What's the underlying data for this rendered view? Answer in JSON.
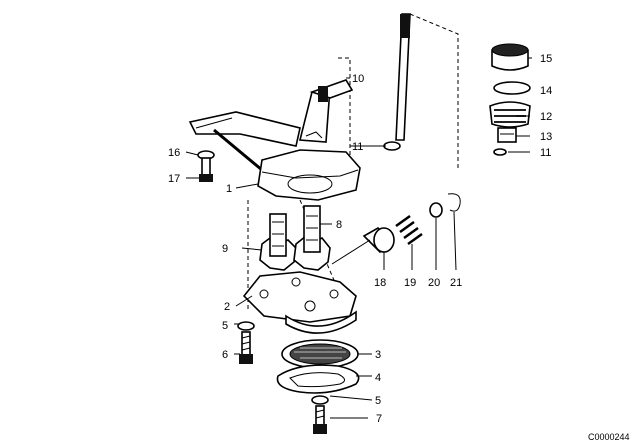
{
  "diagram": {
    "drawing_code": "C0000244",
    "callouts": [
      {
        "id": "c1",
        "text": "1"
      },
      {
        "id": "c2",
        "text": "2"
      },
      {
        "id": "c3",
        "text": "3"
      },
      {
        "id": "c4",
        "text": "4"
      },
      {
        "id": "c5a",
        "text": "5"
      },
      {
        "id": "c5b",
        "text": "5"
      },
      {
        "id": "c6",
        "text": "6"
      },
      {
        "id": "c7",
        "text": "7"
      },
      {
        "id": "c8",
        "text": "8"
      },
      {
        "id": "c9",
        "text": "9"
      },
      {
        "id": "c10",
        "text": "10"
      },
      {
        "id": "c11a",
        "text": "11"
      },
      {
        "id": "c11b",
        "text": "11"
      },
      {
        "id": "c12",
        "text": "12"
      },
      {
        "id": "c13",
        "text": "13"
      },
      {
        "id": "c14",
        "text": "14"
      },
      {
        "id": "c15",
        "text": "15"
      },
      {
        "id": "c16",
        "text": "16"
      },
      {
        "id": "c17",
        "text": "17"
      },
      {
        "id": "c18",
        "text": "18"
      },
      {
        "id": "c19",
        "text": "19"
      },
      {
        "id": "c20",
        "text": "20"
      },
      {
        "id": "c21",
        "text": "21"
      }
    ]
  }
}
